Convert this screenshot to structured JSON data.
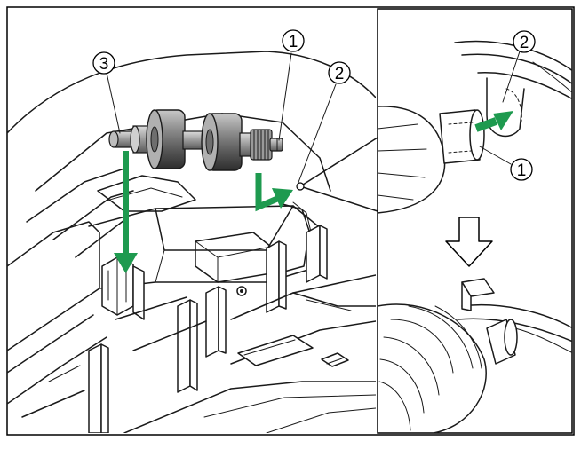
{
  "callouts": {
    "roller_shaft_left": "3",
    "roller_gear": "1",
    "holder_slot": "2",
    "inset_slot": "2",
    "inset_shaft": "1"
  },
  "icons": {
    "main_view": "roller-installation-illustration",
    "inset_detail": "shaft-insertion-detail",
    "step_arrow": "hollow-down-arrow"
  },
  "colors": {
    "frame": "#000000",
    "arrow": "#1e9a4f",
    "roller_body": "#888888",
    "roller_dark": "#4a4a4a",
    "inset_background": "#ffffff"
  }
}
